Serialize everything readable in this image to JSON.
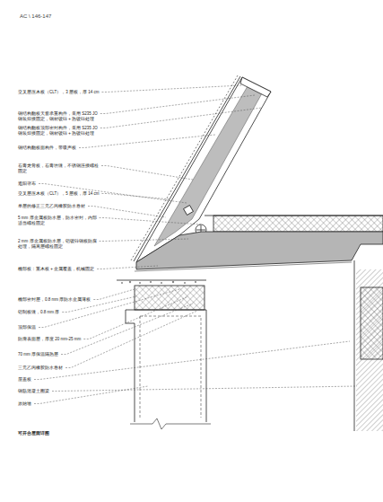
{
  "diagram": {
    "caption": "可开合屋面详图",
    "labels": [
      "AC \\ 146-147",
      "交叉层压木板（CLT），3 层板，厚 14 cm",
      "钢结构翻板天窗承重构件，采用 S235 JO 钢装焊接固定，钢材镀锌 + 热镀锌处理",
      "钢结构翻板顶部密封构件，采用 S235 JO 钢装焊接固定，钢材镀锌 + 热镀锌处理",
      "钢结构翻板面构件，带吸声板",
      "石膏龙骨板，石膏填缝，不锈钢连接螺栓固定",
      "遮阳帘布",
      "交叉层压木板（CLT），5 层板，厚 14 cm",
      "单层的修正三元乙丙橡胶防水卷材",
      "5 mm 厚金属板防水层，防水密封，内部适当螺栓固定",
      "2 mm 厚金属板防水层，铝镀锌钢板防腐处理，隔离层螺栓固定",
      "檐部板：重木板 + 金属覆盖，机械固定",
      "檐部密封层，0.8 mm 厚防水金属薄板",
      "铝制板缝，0.8 mm 厚",
      "顶部保温",
      "防滑表面层，厚度 20 mm-25 mm",
      "70 mm 厚保温隔热层",
      "三元乙丙橡胶防水卷材",
      "屋盖板",
      "钢筋混凝土圈梁",
      "原始墙"
    ]
  }
}
